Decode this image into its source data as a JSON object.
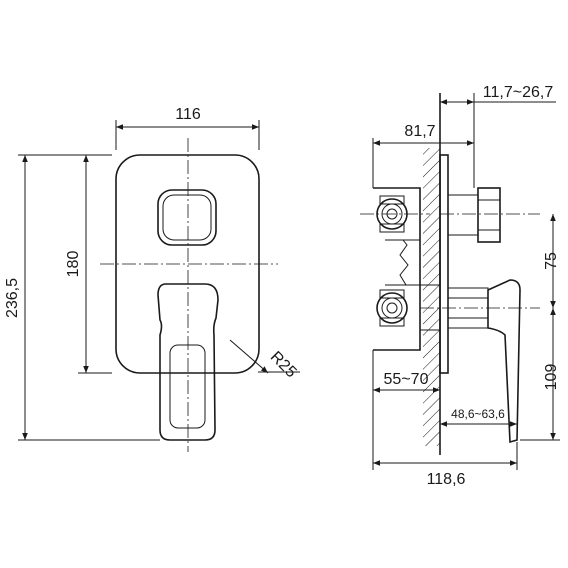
{
  "front_view": {
    "width": "116",
    "plate_height": "180",
    "total_height": "236,5",
    "radius": "R25"
  },
  "side_view": {
    "depth_adjust": "11,7~26,7",
    "body_depth": "81,7",
    "axis_spacing": "75",
    "install_depth": "55~70",
    "lever_offset": "109",
    "plate_adjust": "48,6~63,6",
    "total_depth": "118,6"
  },
  "colors": {
    "line": "#1a1a1a",
    "background": "#ffffff"
  }
}
